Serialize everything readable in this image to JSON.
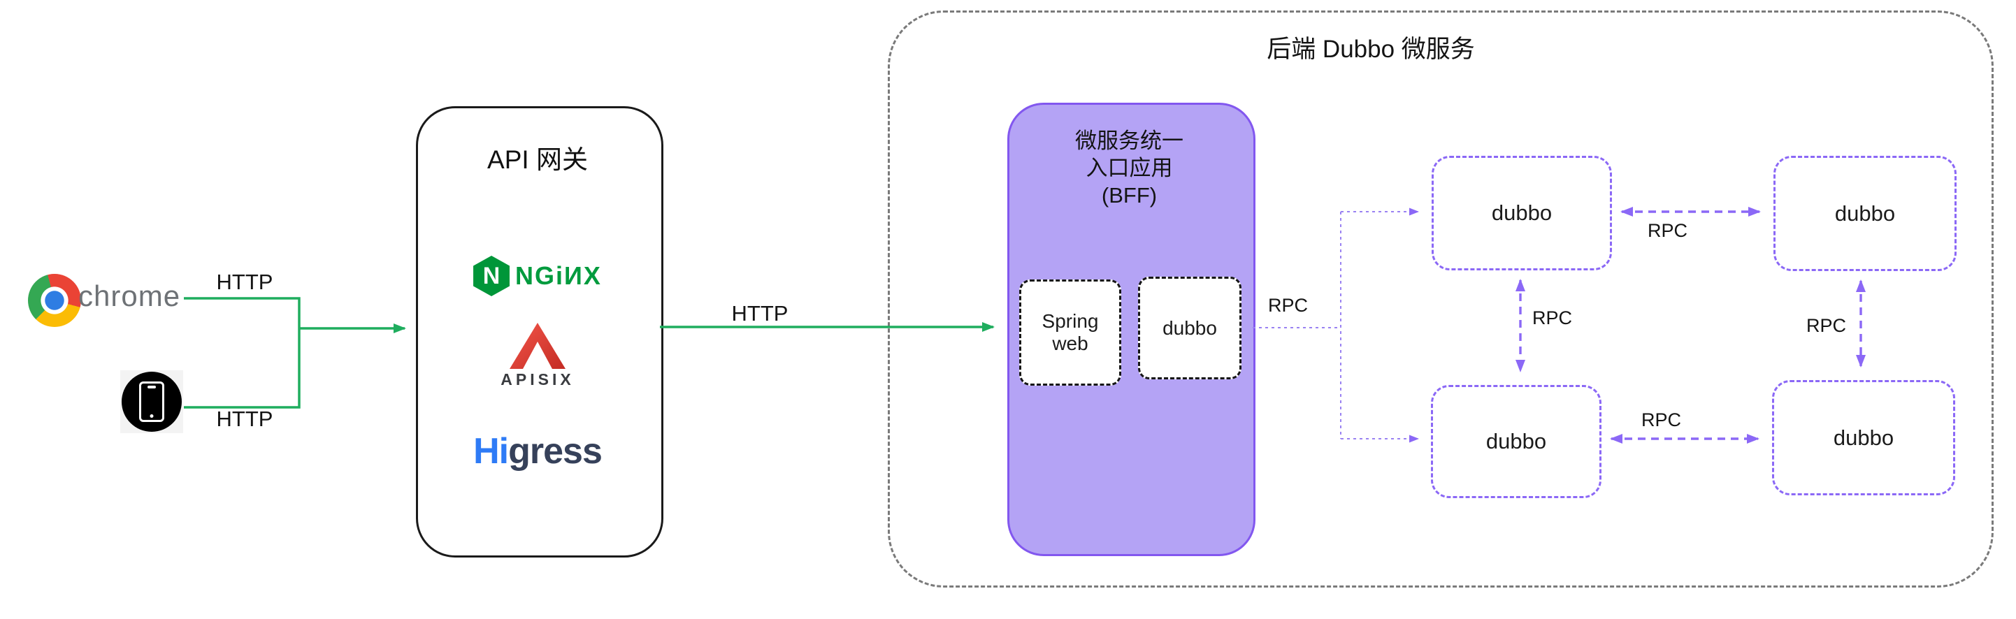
{
  "clients": {
    "chrome_label": "chrome",
    "http_chrome": "HTTP",
    "http_phone": "HTTP"
  },
  "gateway": {
    "title": "API 网关",
    "nginx": {
      "hex_letter": "N",
      "wordmark": "NGiИX"
    },
    "apisix": {
      "wordmark": "APISIX"
    },
    "higress": {
      "prefix": "Hi",
      "suffix": "gress"
    }
  },
  "flow": {
    "http_to_backend": "HTTP"
  },
  "backend": {
    "title": "后端 Dubbo 微服务",
    "bff": {
      "title_lines": [
        "微服务统一",
        "入口应用",
        "(BFF)"
      ],
      "spring_lines": [
        "Spring",
        "web"
      ],
      "dubbo_label": "dubbo"
    },
    "rpc": {
      "bff_out": "RPC",
      "top": "RPC",
      "bottom": "RPC",
      "left": "RPC",
      "right": "RPC"
    },
    "nodes": [
      {
        "label": "dubbo"
      },
      {
        "label": "dubbo"
      },
      {
        "label": "dubbo"
      },
      {
        "label": "dubbo"
      }
    ]
  },
  "colors": {
    "http_green": "#1fad5e",
    "rpc_purple": "#8b68f6",
    "rpc_purple_light": "#9a82f2",
    "bff_fill": "#b4a3f5",
    "bff_border": "#8257ef",
    "container_gray": "#7a7a7a",
    "nginx_green": "#009639",
    "apisix_red": "#e23c32",
    "higress_blue": "#2e7bf6",
    "higress_dark": "#36415a"
  }
}
